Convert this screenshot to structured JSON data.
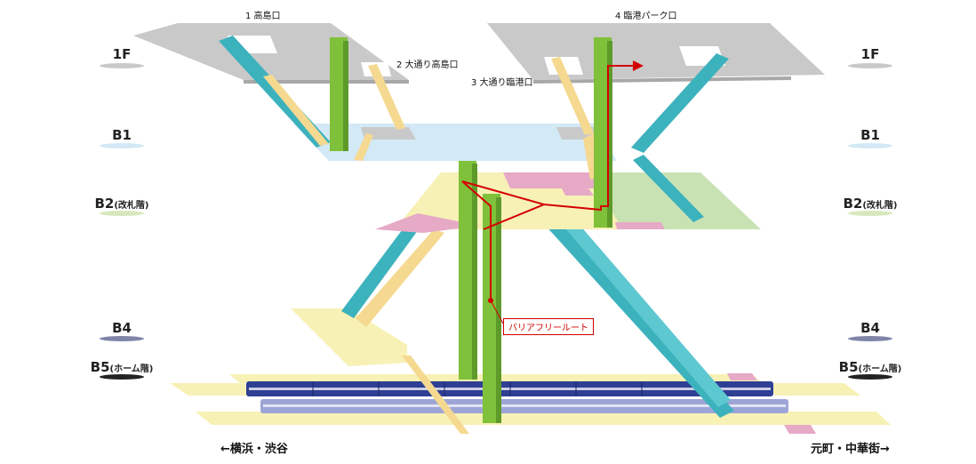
{
  "floors": {
    "f1": {
      "label": "1F",
      "sub": ""
    },
    "b1": {
      "label": "B1",
      "sub": ""
    },
    "b2": {
      "label": "B2",
      "sub": "(改札階)"
    },
    "b4": {
      "label": "B4",
      "sub": ""
    },
    "b5": {
      "label": "B5",
      "sub": "(ホーム階)"
    }
  },
  "exits": {
    "exit1": "1 高島口",
    "exit2": "2 大通り高島口",
    "exit3": "3 大通り臨港口",
    "exit4": "4 臨港パーク口"
  },
  "barrier_free": "バリアフリールート",
  "directions": {
    "left": "←横浜・渋谷",
    "right": "元町・中華街→"
  },
  "colors": {
    "gray_floor": "#c9c9c9",
    "b1_floor": "#d3e9f5",
    "b2_floor": "#f7f1b5",
    "b2_green": "#c9e2b4",
    "pink": "#e6a9c6",
    "elevator": "#7fc13a",
    "escalator": "#3cb2bd",
    "stairs": "#f5d990",
    "route": "#d40000",
    "train": "#2f3f93",
    "train_light": "#9ea5d6"
  }
}
